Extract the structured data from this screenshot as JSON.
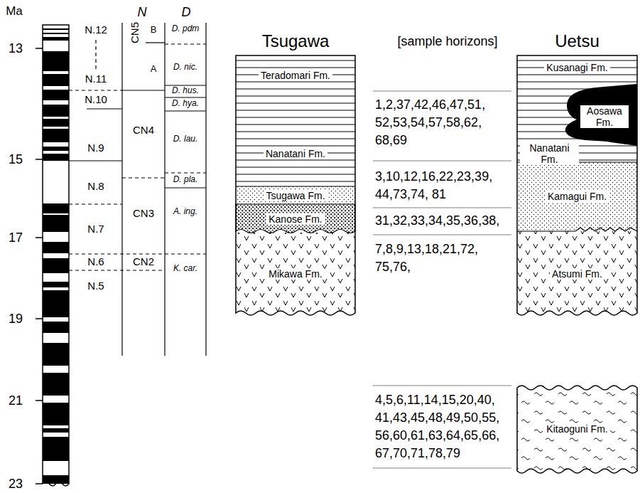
{
  "diagram": {
    "nodes": [
      {
        "text": [
          "Tsugawa"
        ]
      },
      {
        "text": [
          "Teradomari Fm."
        ],
        "in": 0
      },
      {
        "text": [
          "Nanatani Fm."
        ],
        "in": 0
      },
      {
        "text": [
          "Tsugawa Fm."
        ],
        "in": 0
      },
      {
        "text": [
          "Kanose Fm."
        ],
        "in": 0
      },
      {
        "text": [
          "Mikawa Fm."
        ],
        "in": 0
      },
      {
        "text": [
          "Uetsu"
        ]
      },
      {
        "text": [
          "Kusanagi Fm."
        ],
        "in": 6
      },
      {
        "text": [
          "Aosawa Fm."
        ],
        "in": 6
      },
      {
        "text": [
          "Nanatani Fm."
        ],
        "in": 6
      },
      {
        "text": [
          "Kamagui Fm."
        ],
        "in": 6
      },
      {
        "text": [
          "Atsumi Fm."
        ],
        "in": 6
      },
      {
        "text": [
          "Kitaoguni Fm."
        ]
      }
    ],
    "labels": [
      "Ma",
      "13",
      "15",
      "17",
      "19",
      "21",
      "23",
      "N",
      "D",
      "N.12",
      "N.11",
      "N.10",
      "N.9",
      "N.8",
      "N.7",
      "N.6",
      "N.5",
      "CN5",
      "B",
      "A",
      "CN4",
      "CN3",
      "CN2",
      "D. pdm",
      "D. nic.",
      "D. hus.",
      "D. hya.",
      "D. lau.",
      "D. pla.",
      "A. ing.",
      "K. car.",
      "[sample horizons]",
      "1,2,37,42,46,47,51, 52,53,54,57,58,62, 68,69",
      "3,10,12,16,22,23,39, 44,73,74, 81",
      "31,32,33,34,35,36,38,",
      "7,8,9,13,18,21,72, 75,76,",
      "4,5,6,11,14,15,20,40, 41,43,45,48,49,50,55, 56,60,61,63,64,65,66, 67,70,71,78,79"
    ]
  }
}
